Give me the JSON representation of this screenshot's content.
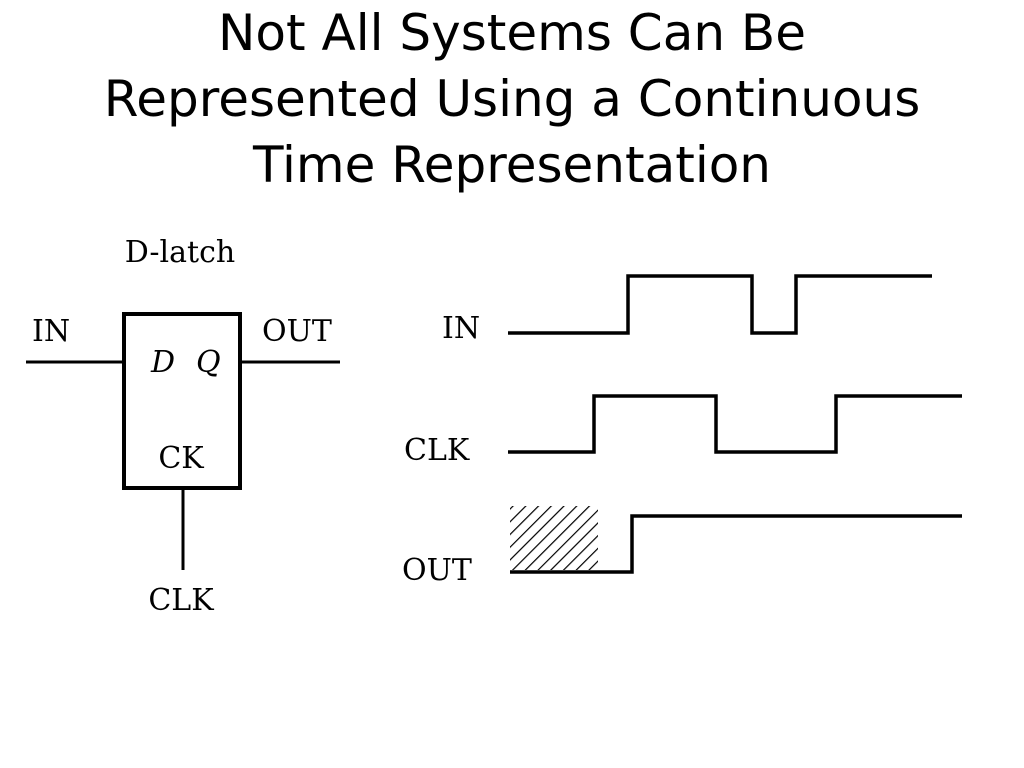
{
  "slide": {
    "title_lines": [
      "Not All Systems Can Be",
      "Represented Using a Continuous",
      "Time Representation"
    ]
  },
  "latch": {
    "caption": "D-latch",
    "input_label": "IN",
    "output_label": "OUT",
    "d_pin": "D",
    "q_pin": "Q",
    "ck_pin": "CK",
    "clock_label": "CLK"
  },
  "timing": {
    "signals": [
      {
        "name": "IN",
        "level": "low→high→low→high"
      },
      {
        "name": "CLK",
        "level": "low→high→low→high"
      },
      {
        "name": "OUT",
        "level": "undefined→low→high"
      }
    ],
    "undefined_region": "hatched"
  }
}
